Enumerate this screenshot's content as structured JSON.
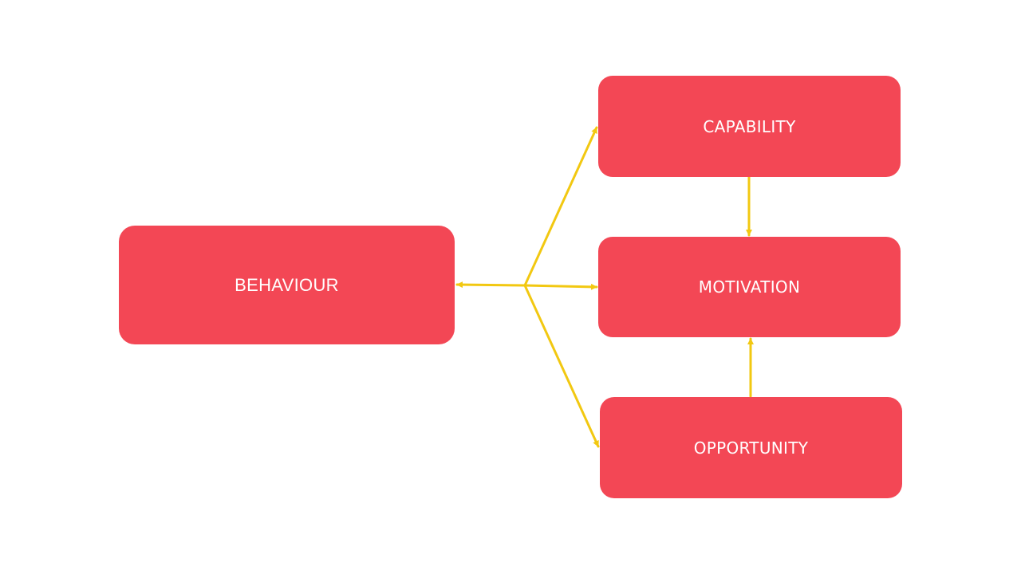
{
  "colors": {
    "box_fill": "#f34755",
    "box_text": "#ffffff",
    "arrow": "#f2c811",
    "background": "#ffffff"
  },
  "nodes": {
    "behaviour": "BEHAVIOUR",
    "capability": "CAPABILITY",
    "motivation": "MOTIVATION",
    "opportunity": "OPPORTUNITY"
  },
  "edges": [
    {
      "from": "hub",
      "to": "behaviour"
    },
    {
      "from": "hub",
      "to": "capability"
    },
    {
      "from": "hub",
      "to": "motivation"
    },
    {
      "from": "hub",
      "to": "opportunity"
    },
    {
      "from": "capability",
      "to": "motivation"
    },
    {
      "from": "opportunity",
      "to": "motivation"
    }
  ]
}
